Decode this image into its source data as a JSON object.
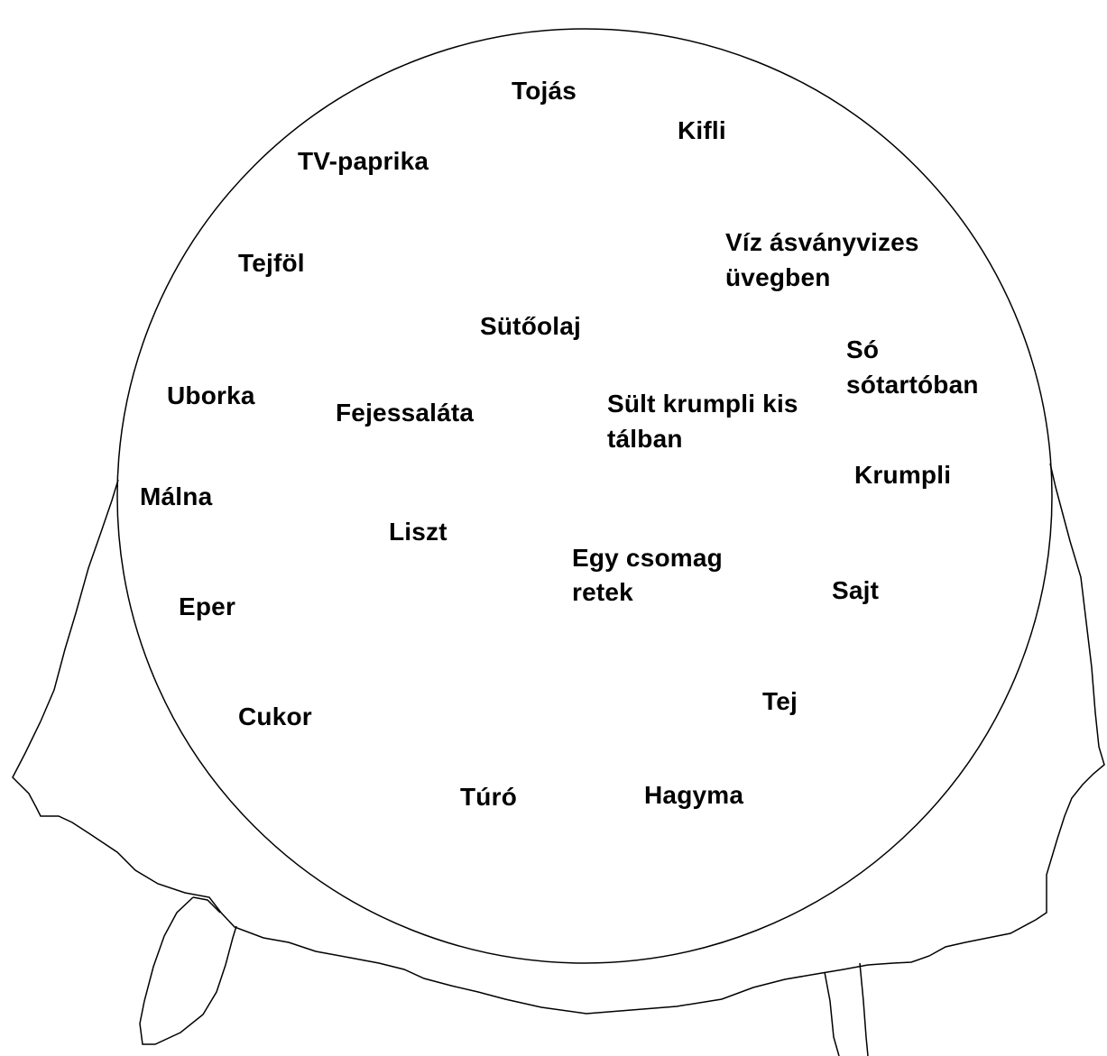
{
  "items": {
    "tojas": "Tojás",
    "kifli": "Kifli",
    "tv_paprika": "TV-paprika",
    "viz_line1": "Víz ásványvizes",
    "viz_line2": "üvegben",
    "tejfol": "Tejföl",
    "sutoolaj": "Sütőolaj",
    "so_line1": "Só",
    "so_line2": "sótartóban",
    "uborka": "Uborka",
    "fejessalata": "Fejessaláta",
    "sult_line1": "Sült krumpli kis",
    "sult_line2": "tálban",
    "krumpli": "Krumpli",
    "malna": "Málna",
    "liszt": "Liszt",
    "retek_line1": "Egy csomag",
    "retek_line2": "retek",
    "sajt": "Sajt",
    "eper": "Eper",
    "tej": "Tej",
    "cukor": "Cukor",
    "turo": "Túró",
    "hagyma": "Hagyma"
  },
  "colors": {
    "line": "#000000",
    "background": "#ffffff",
    "text": "#000000"
  }
}
